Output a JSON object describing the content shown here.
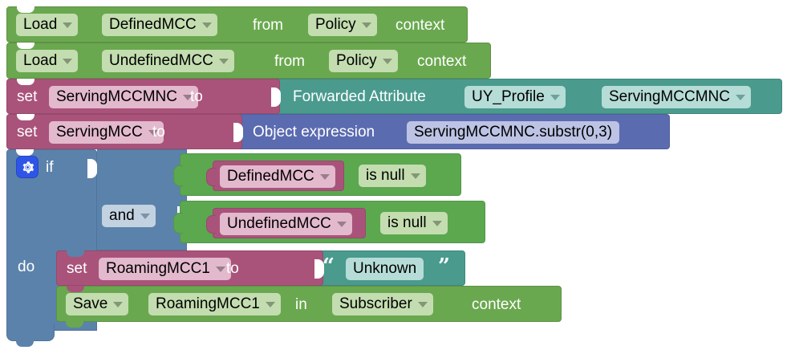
{
  "editor": {
    "name": "blockly-workspace",
    "background": "#ffffff",
    "palette": {
      "load_save_green": "#6aa84f",
      "logic_green": "#5ba84f",
      "attribute_teal": "#4a9a8e",
      "variable_magenta": "#a9537b",
      "object_expression_indigo": "#5b6bb0",
      "control_steel": "#5b82ab",
      "field_light_green": "#c3ddb0",
      "field_light_teal": "#b5dcd6",
      "field_light_pink": "#e3b9cd",
      "field_light_indigo": "#bcc3e4",
      "field_light_steel": "#c2d2e0",
      "mutator_blue": "#2f55e8"
    }
  },
  "blocks": {
    "load_defined": {
      "action": "Load",
      "variable": "DefinedMCC",
      "preposition": "from",
      "context_source": "Policy",
      "suffix": "context"
    },
    "load_undefined": {
      "action": "Load",
      "variable": "UndefinedMCC",
      "preposition": "from",
      "context_source": "Policy",
      "suffix": "context"
    },
    "set_servingmccmnc": {
      "keyword": "set",
      "variable": "ServingMCCMNC",
      "to": "to",
      "value": {
        "label": "Forwarded Attribute",
        "profile": "UY_Profile",
        "attribute": "ServingMCCMNC"
      }
    },
    "set_servingmcc": {
      "keyword": "set",
      "variable": "ServingMCC",
      "to": "to",
      "value": {
        "label": "Object expression",
        "expression": "ServingMCCMNC.substr(0,3)"
      }
    },
    "if_block": {
      "mutator_icon": "gear-icon",
      "if_label": "if",
      "do_label": "do",
      "conditions": [
        {
          "variable": "DefinedMCC",
          "operator": "is null",
          "join": null
        },
        {
          "variable": "UndefinedMCC",
          "operator": "is null",
          "join": "and"
        }
      ],
      "body": {
        "set_roaming": {
          "keyword": "set",
          "variable": "RoamingMCC1",
          "to": "to",
          "text_value": "Unknown",
          "open_quote": "“",
          "close_quote": "”"
        },
        "save_roaming": {
          "action": "Save",
          "variable": "RoamingMCC1",
          "preposition": "in",
          "context_source": "Subscriber",
          "suffix": "context"
        }
      }
    }
  }
}
